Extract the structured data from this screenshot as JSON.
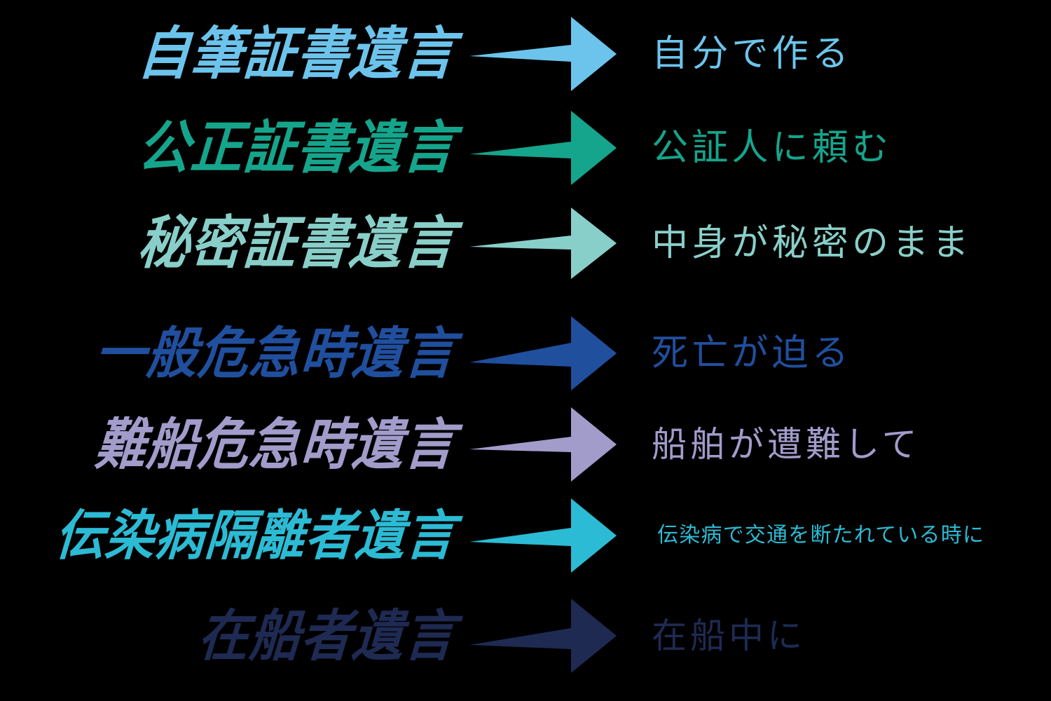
{
  "background_color": "#000000",
  "diagram": {
    "type": "label-arrow-description list",
    "row_count": 7,
    "arrow_icon_name": "right-arrow-icon",
    "rows": [
      {
        "label": "自筆証書遺言",
        "description": "自分で作る",
        "color": "#6CC4EC"
      },
      {
        "label": "公正証書遺言",
        "description": "公証人に頼む",
        "color": "#15A58C"
      },
      {
        "label": "秘密証書遺言",
        "description": "中身が秘密のまま",
        "color": "#89CFC9"
      },
      {
        "label": "一般危急時遺言",
        "description": "死亡が迫る",
        "color": "#204F9E"
      },
      {
        "label": "難船危急時遺言",
        "description": "船舶が遭難して",
        "color": "#A29CCB"
      },
      {
        "label": "伝染病隔離者遺言",
        "description": "伝染病で交通を断たれている時に",
        "color": "#2CBBD4"
      },
      {
        "label": "在船者遺言",
        "description": "在船中に",
        "color": "#1E2A52"
      }
    ]
  }
}
